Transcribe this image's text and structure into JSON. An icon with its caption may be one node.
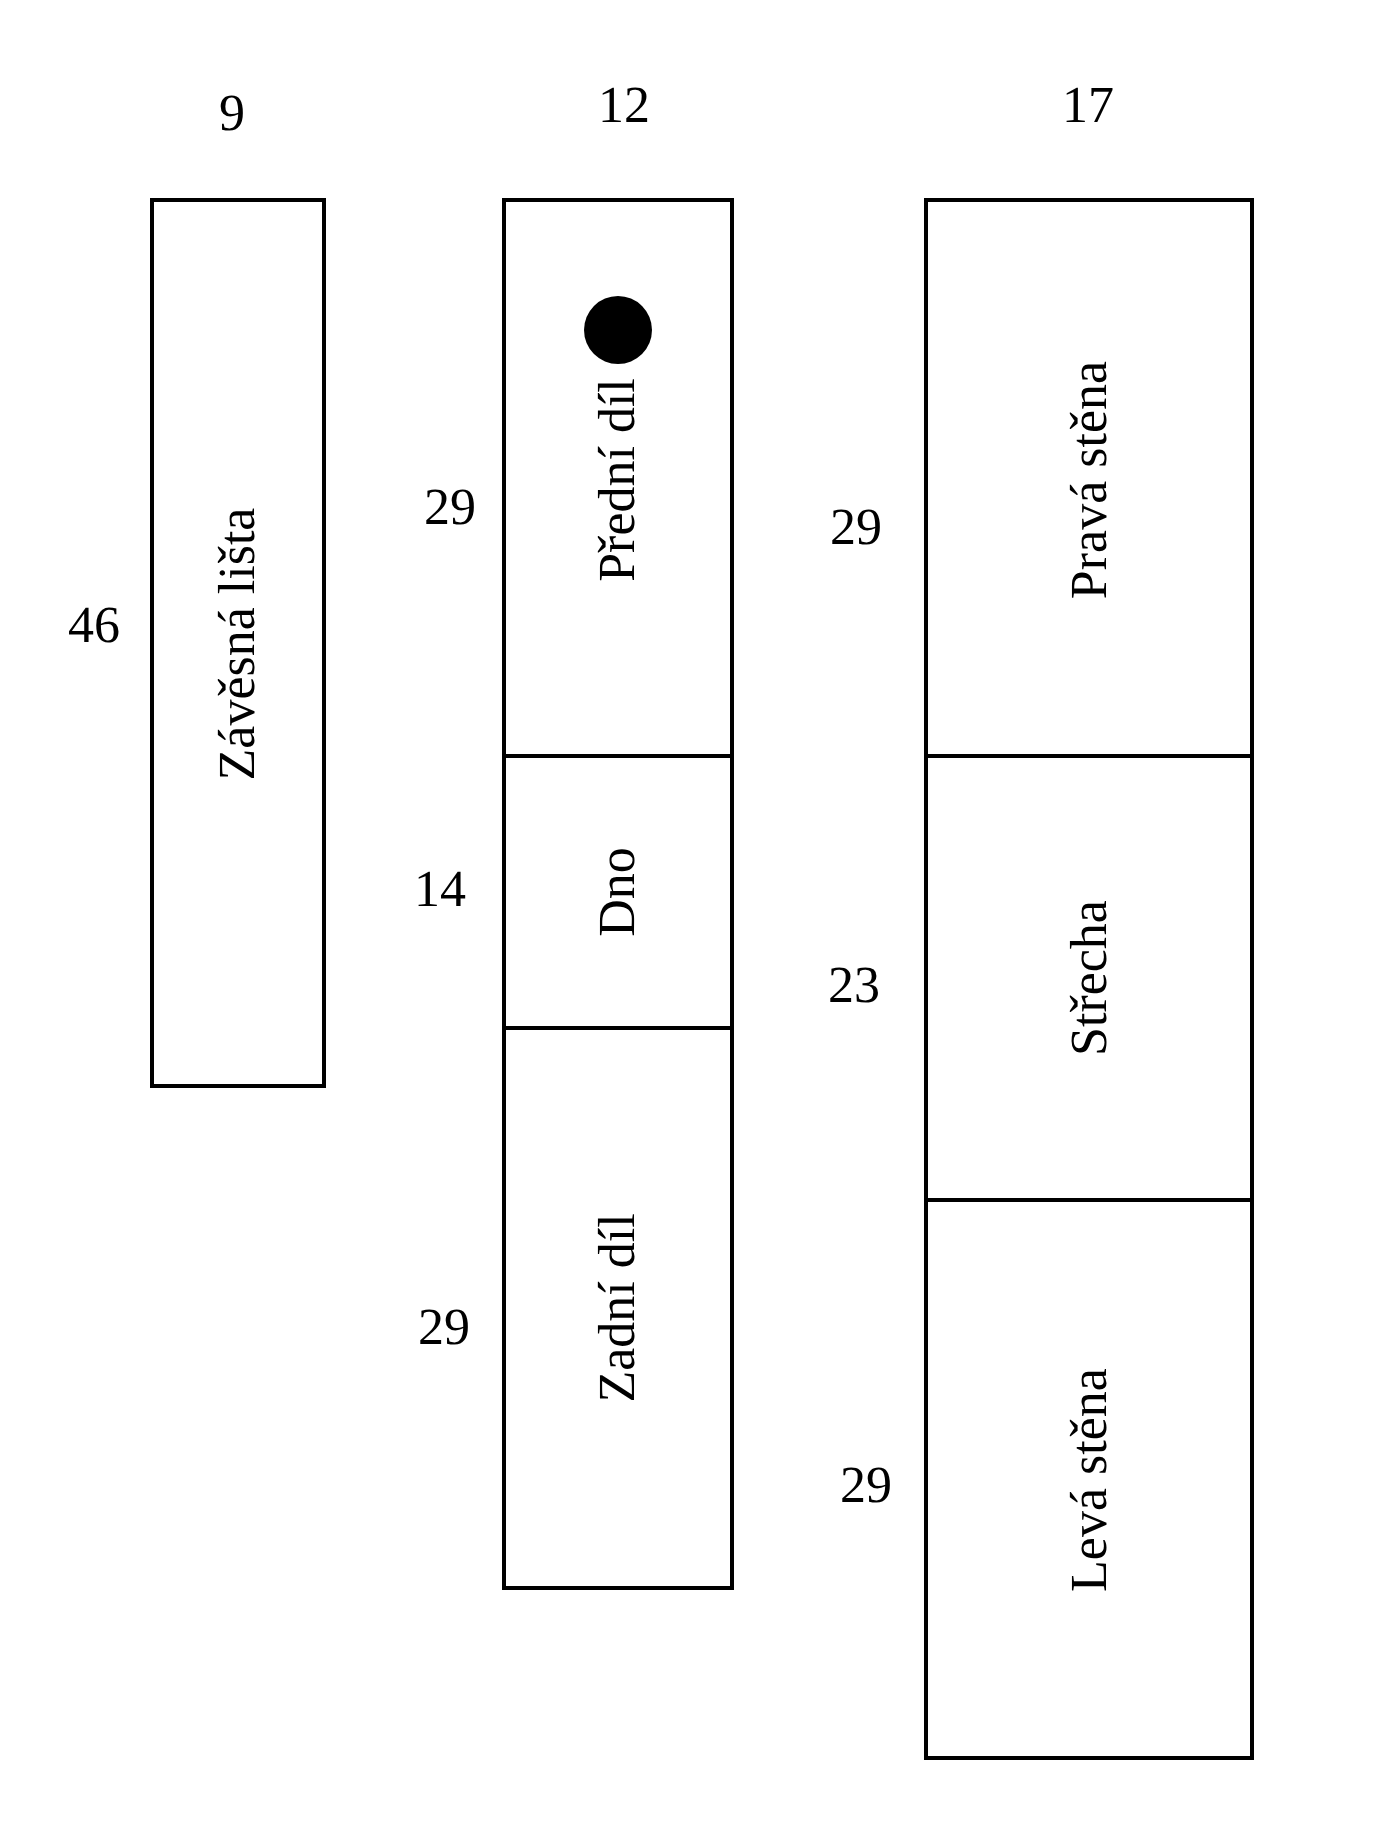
{
  "diagram": {
    "nodes": [
      {
        "text": [
          "Závěsná lišta"
        ],
        "beside": [
          "46"
        ]
      },
      {
        "text": [
          "Přední díl"
        ],
        "beside": [
          "29"
        ]
      },
      {
        "text": [],
        "shape": "circle",
        "in": 1
      },
      {
        "text": [
          "Dno"
        ],
        "beside": [
          "14"
        ]
      },
      {
        "text": [
          "Zadní díl"
        ],
        "beside": [
          "29"
        ]
      },
      {
        "text": [
          "Pravá stěna"
        ],
        "beside": [
          "29"
        ]
      },
      {
        "text": [
          "Střecha"
        ],
        "beside": [
          "23"
        ]
      },
      {
        "text": [
          "Levá stěna"
        ],
        "beside": [
          "29"
        ]
      }
    ],
    "edges": [],
    "labels": [
      "9",
      "12",
      "17"
    ]
  }
}
